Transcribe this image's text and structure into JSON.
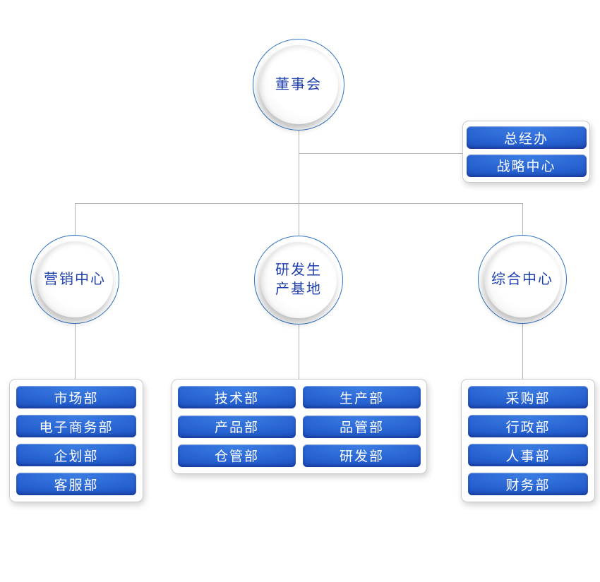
{
  "colors": {
    "node_text": "#1e3ead",
    "circle_ring": "#3173c3",
    "button_text": "#ffffff",
    "button_gradient_light": "#3b7ce3",
    "button_gradient_mid": "#2560cf",
    "button_gradient_dark": "#16379f",
    "connector_line": "#b2b2b2",
    "panel_border": "#cbcbcb",
    "background": "#ffffff"
  },
  "root": {
    "label": "董事会"
  },
  "staff_panel": {
    "items": [
      "总经办",
      "战略中心"
    ]
  },
  "branches": [
    {
      "lines": [
        "营销中心"
      ],
      "departments": [
        "市场部",
        "电子商务部",
        "企划部",
        "客服部"
      ]
    },
    {
      "lines": [
        "研发生",
        "产基地"
      ],
      "columns": [
        [
          "技术部",
          "产品部",
          "仓管部"
        ],
        [
          "生产部",
          "品管部",
          "研发部"
        ]
      ]
    },
    {
      "lines": [
        "综合中心"
      ],
      "departments": [
        "采购部",
        "行政部",
        "人事部",
        "财务部"
      ]
    }
  ]
}
